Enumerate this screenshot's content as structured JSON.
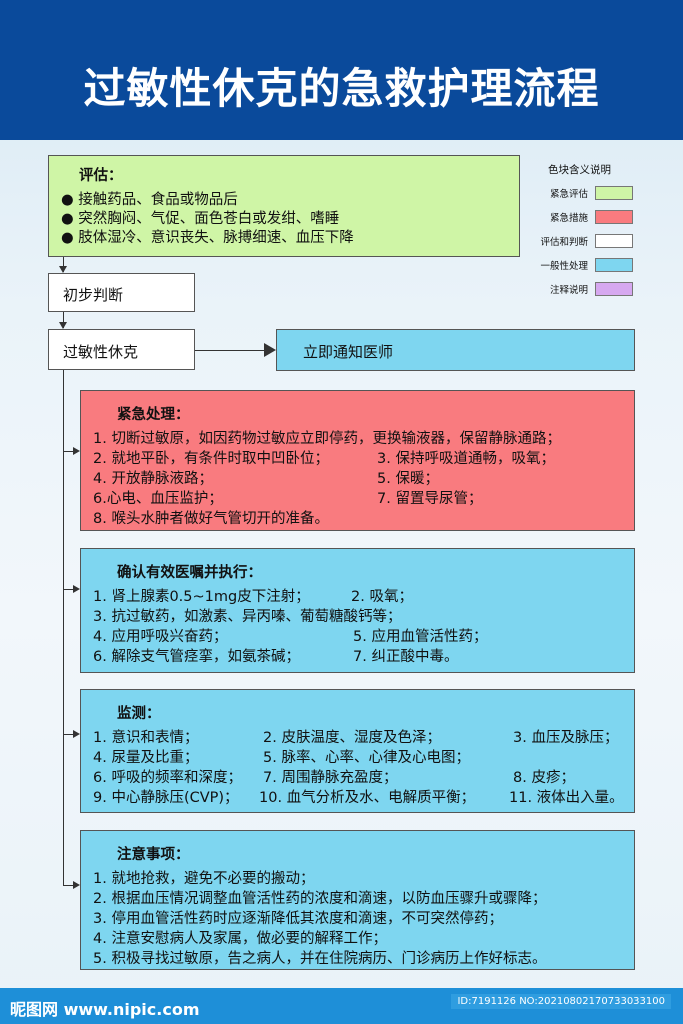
{
  "title": "过敏性休克的急救护理流程",
  "legend": {
    "title": "色块含义说明",
    "items": [
      {
        "label": "紧急评估",
        "color": "#cff5a6"
      },
      {
        "label": "紧急措施",
        "color": "#f97b7f"
      },
      {
        "label": "评估和判断",
        "color": "#ffffff"
      },
      {
        "label": "一般性处理",
        "color": "#7ed6f0"
      },
      {
        "label": "注释说明",
        "color": "#d6a8f0"
      }
    ]
  },
  "assess": {
    "heading": "评估：",
    "items": [
      "接触药品、食品或物品后",
      "突然胸闷、气促、面色苍白或发绀、嗜睡",
      "肢体湿冷、意识丧失、脉搏细速、血压下降"
    ]
  },
  "initial_judgment": "初步判断",
  "anaphylaxis": "过敏性休克",
  "notify": "立即通知医师",
  "emergency": {
    "heading": "紧急处理：",
    "lines": [
      "1. 切断过敏原，如因药物过敏应立即停药，更换输液器，保留静脉通路；",
      "2. 就地平卧，有条件时取中凹卧位；",
      "3. 保持呼吸道通畅，吸氧；",
      "4. 开放静脉液路；",
      "5. 保暖；",
      "6.心电、血压监护；",
      "7. 留置导尿管；",
      "8. 喉头水肿者做好气管切开的准备。"
    ]
  },
  "orders": {
    "heading": "确认有效医嘱并执行：",
    "lines": [
      "1. 肾上腺素0.5~1mg皮下注射；",
      "2. 吸氧；",
      "3. 抗过敏药，如激素、异丙嗪、葡萄糖酸钙等；",
      "4. 应用呼吸兴奋药；",
      "5. 应用血管活性药；",
      "6. 解除支气管痉挛，如氨茶碱；",
      "7. 纠正酸中毒。"
    ]
  },
  "monitor": {
    "heading": "监测：",
    "lines": [
      "1. 意识和表情；",
      "2. 皮肤温度、湿度及色泽；",
      "3. 血压及脉压；",
      "4. 尿量及比重；",
      "5. 脉率、心率、心律及心电图；",
      "6. 呼吸的频率和深度；",
      "7. 周围静脉充盈度；",
      "8. 皮疹；",
      "9. 中心静脉压(CVP)；",
      "10. 血气分析及水、电解质平衡；",
      "11. 液体出入量。"
    ]
  },
  "notes": {
    "heading": "注意事项：",
    "lines": [
      "1. 就地抢救，避免不必要的搬动；",
      "2. 根据血压情况调整血管活性药的浓度和滴速，以防血压骤升或骤降；",
      "3. 停用血管活性药时应逐渐降低其浓度和滴速，不可突然停药；",
      "4. 注意安慰病人及家属，做必要的解释工作；",
      "5. 积极寻找过敏原，告之病人，并在住院病历、门诊病历上作好标志。"
    ]
  },
  "footer": {
    "logo": "昵图网 www.nipic.com",
    "id": "ID:7191126 NO:20210802170733033100"
  }
}
